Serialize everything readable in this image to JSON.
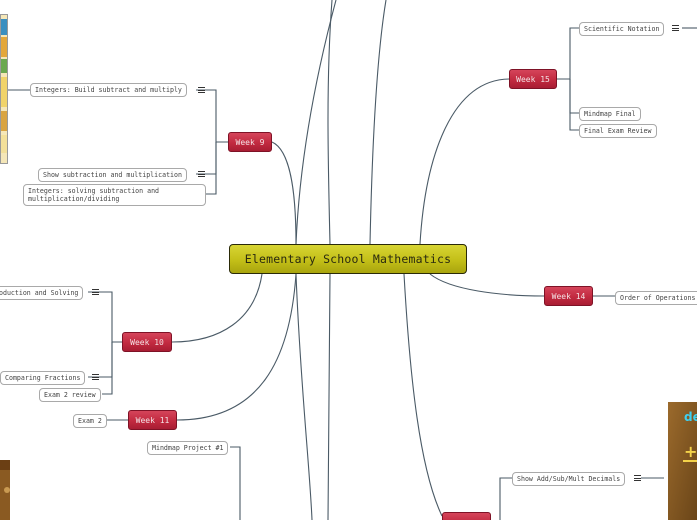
{
  "central": {
    "title": "Elementary School Mathematics"
  },
  "weeks": {
    "w9": "Week 9",
    "w10": "Week 10",
    "w11": "Week 11",
    "w14": "Week 14",
    "w15": "Week 15"
  },
  "topics": {
    "integers_build": "Integers: Build subtract and multiply",
    "show_subtraction": "Show subtraction and multiplication",
    "integers_solving": "Integers: solving subtraction and multiplication/dividing",
    "intro_solving": "oduction and Solving",
    "comparing_fractions": "Comparing Fractions",
    "exam2_review": "Exam 2 review",
    "exam2": "Exam 2",
    "mindmap_project": "Mindmap Project #1",
    "scientific_notation": "Scientific Notation",
    "mindmap_final": "Mindmap Final",
    "final_exam_review": "Final Exam Review",
    "order_of_operations": "Order of Operations",
    "show_decimals": "Show Add/Sub/Mult Decimals"
  },
  "colors": {
    "central_fill": "#c3bf18",
    "week_fill": "#c22a40",
    "line": "#4a5a66"
  },
  "icons": [
    "note-icon",
    "image-thumbnail"
  ]
}
